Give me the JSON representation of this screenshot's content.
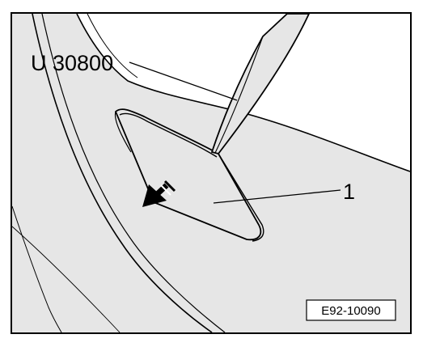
{
  "labels": {
    "tool": "U 30800",
    "part": "1"
  },
  "reference": "E92-10090",
  "colors": {
    "panel": "#e6e6e6",
    "outline": "#000000",
    "background": "#ffffff"
  }
}
